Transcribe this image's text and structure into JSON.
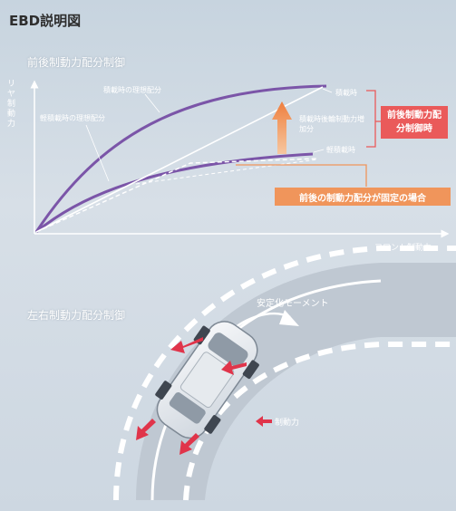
{
  "title": "EBD説明図",
  "front_rear": {
    "heading": "前後制動力配分制御",
    "y_axis_label": "リヤ制動力",
    "x_axis_label": "フロント制動力",
    "curve_labels": {
      "heavy_ideal": "積載時の理想配分",
      "light_ideal": "軽積載時の理想配分",
      "heavy": "積載時",
      "heavy_rear_increase": "積載時後輪制動力増加分",
      "light": "軽積載時"
    },
    "control_box": "前後制動力配分制御時",
    "fixed_box": "前後の制動力配分が固定の場合"
  },
  "left_right": {
    "heading": "左右制動力配分制御",
    "moment_label": "安定化モーメント",
    "force_legend": "制動力"
  },
  "colors": {
    "purple_curve": "#7b55a8",
    "red_box": "#ea5a5a",
    "orange_box": "#f0955b",
    "force_arrow": "#e0344a",
    "road": "#bfc8d2"
  }
}
